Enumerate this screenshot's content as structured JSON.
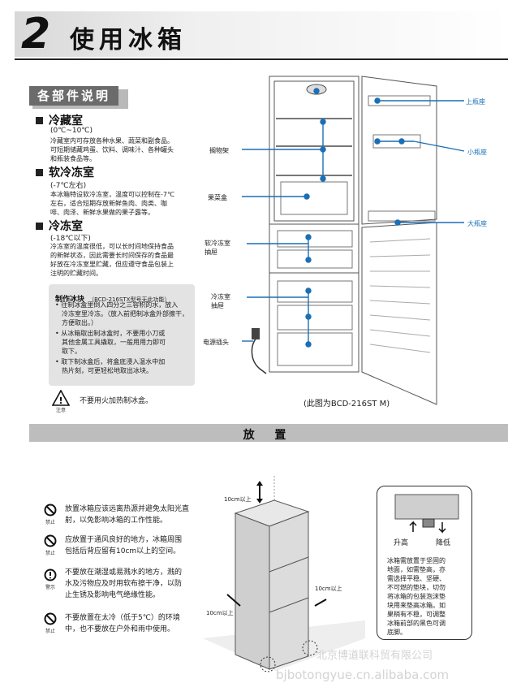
{
  "header": {
    "number": "2",
    "title": "使用冰箱"
  },
  "parts_section": {
    "tag": "各部件说明"
  },
  "sections": [
    {
      "title": "冷藏室",
      "temp": "(0℃~10℃)",
      "lines": [
        "冷藏室内可存放各种水果、蔬菜和副食品。",
        "可短期储藏鸡蛋、饮料、调味汁、各种罐头",
        "和瓶装食品等。"
      ]
    },
    {
      "title": "软冷冻室",
      "temp": "(-7℃左右)",
      "lines": [
        "本冰箱特设软冷冻室，温度可以控制在-7℃",
        "左右，适合短期存放新鲜鱼肉、肉类、咖",
        "啡、肉泽、新鲜水果做的果子露等。"
      ]
    },
    {
      "title": "冷冻室",
      "temp": "(-18℃以下)",
      "lines": [
        "冷冻室的温度很低，可以长时间地保持食品",
        "的新鲜状态，因此需要长时间保存的食品最",
        "好放在冷冻室里贮藏，但应遵守食品包装上",
        "注明的贮藏时间。"
      ]
    }
  ],
  "ice_box": {
    "title": "制作冰块",
    "note": "（BCD-216STX型号无此功能）",
    "items": [
      [
        "往制冰盒里倒入四分之三容积的水，放入",
        "冷冻室里冷冻。（放入前把制冰盒外部擦干，",
        "方便取出。）"
      ],
      [
        "从冰箱取出制冰盒时，不要用小刀或",
        "其他金属工具撬取，一般用用力即可",
        "取下。"
      ],
      [
        "取下制冰盒后，将盒底浸入温水中加",
        "热片刻，可更轻松地取出冰块。"
      ]
    ]
  },
  "warning": {
    "text": "不要用火加热制冰盒。",
    "icon_label": "注意"
  },
  "fridge_labels": {
    "shelf": "搁物架",
    "crisper": "果菜盒",
    "soft_drawer": [
      "软冷冻室",
      "抽屉"
    ],
    "freezer_drawer": [
      "冷冻室",
      "抽屉"
    ],
    "plug": "电源插头",
    "upper_rack": "上瓶座",
    "small_rack": "小瓶座",
    "big_rack": "大瓶座",
    "model_note": "(此图为BCD-216ST M)"
  },
  "placement": {
    "bar_title": "放 置",
    "items": [
      {
        "icon": "prohibit-icon",
        "icon_label": "禁止",
        "lines": [
          "放置冰箱应该远离热源并避免太阳光直",
          "射，以免影响冰箱的工作性能。"
        ]
      },
      {
        "icon": "prohibit-icon",
        "icon_label": "禁止",
        "lines": [
          "应放置于通风良好的地方，冰箱周围",
          "包括后背应留有10cm以上的空间。"
        ]
      },
      {
        "icon": "exclamation-icon",
        "icon_label": "警示",
        "lines": [
          "不要放在潮湿或易溅水的地方，溅的",
          "水及污物应及时用软布擦干净，以防",
          "止生锈及影响电气绝缘性能。"
        ]
      },
      {
        "icon": "prohibit-icon",
        "icon_label": "禁止",
        "lines": [
          "不要放置在太冷（低于5℃）的环境",
          "中，也不要放在户外和雨中使用。"
        ]
      }
    ],
    "clearance_top": "10cm以上",
    "clearance_side": "10cm以上",
    "clearance_back": "10cm以上",
    "level_up": "升高",
    "level_down": "降低",
    "level_note": [
      "冰箱需放置于坚固的",
      "地面，如需垫高，亦",
      "需选择平稳、坚硬、",
      "不可燃的垫块，切勿",
      "将冰箱的包装泡沫垫",
      "块用来垫高冰箱。如",
      "果稍有不稳，可调整",
      "冰箱前部的黑色可调",
      "底脚。"
    ]
  },
  "watermark": {
    "line1": "北京博道联科贸有限公司",
    "line2": "bjbotongyue.cn.alibaba.com"
  }
}
